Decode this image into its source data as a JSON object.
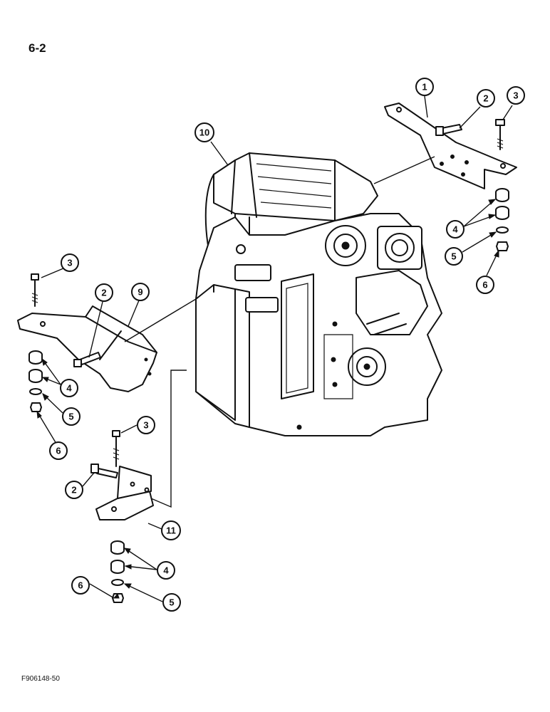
{
  "page": {
    "number": "6-2",
    "figure_code": "F906148-50"
  },
  "callouts": [
    {
      "id": "c1",
      "label": "1"
    },
    {
      "id": "c2a",
      "label": "2"
    },
    {
      "id": "c3a",
      "label": "3"
    },
    {
      "id": "c10",
      "label": "10"
    },
    {
      "id": "c4a",
      "label": "4"
    },
    {
      "id": "c5a",
      "label": "5"
    },
    {
      "id": "c6a",
      "label": "6"
    },
    {
      "id": "c3b",
      "label": "3"
    },
    {
      "id": "c2b",
      "label": "2"
    },
    {
      "id": "c9",
      "label": "9"
    },
    {
      "id": "c4b",
      "label": "4"
    },
    {
      "id": "c5b",
      "label": "5"
    },
    {
      "id": "c6b",
      "label": "6"
    },
    {
      "id": "c3c",
      "label": "3"
    },
    {
      "id": "c2c",
      "label": "2"
    },
    {
      "id": "c11",
      "label": "11"
    },
    {
      "id": "c4c",
      "label": "4"
    },
    {
      "id": "c6c",
      "label": "6"
    },
    {
      "id": "c5c",
      "label": "5"
    }
  ],
  "colors": {
    "line": "#111111",
    "background": "#ffffff"
  }
}
